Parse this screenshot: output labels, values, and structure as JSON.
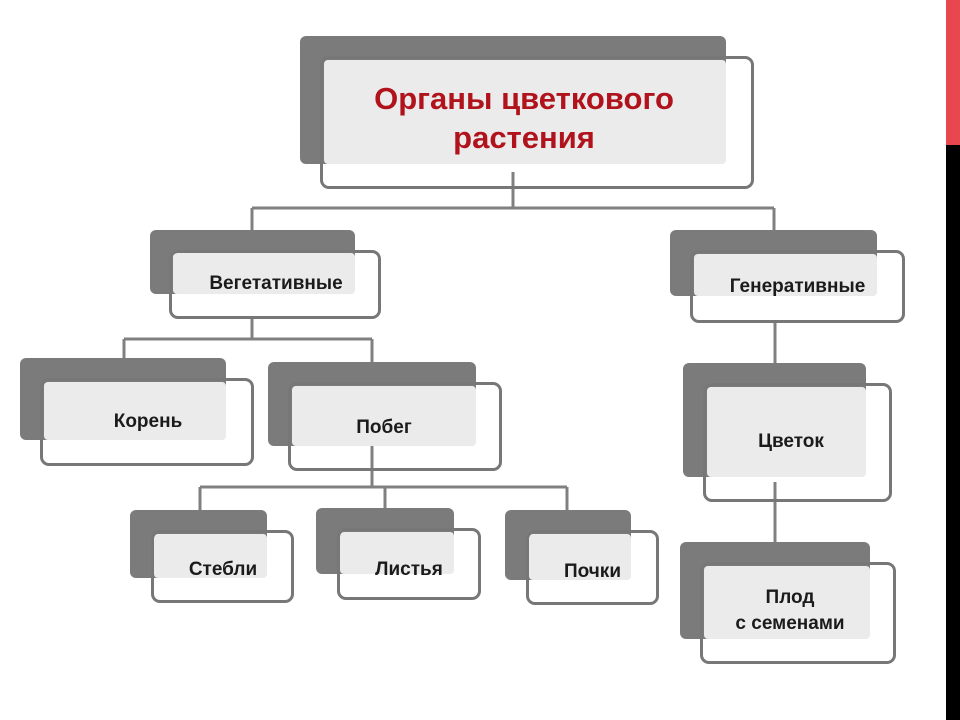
{
  "diagram": {
    "root": {
      "label": "Органы цветкового\nрастения"
    },
    "vegetative": {
      "label": "Вегетативные"
    },
    "generative": {
      "label": "Генеративные"
    },
    "root_organ": {
      "label": "Корень"
    },
    "shoot": {
      "label": "Побег"
    },
    "stems": {
      "label": "Стебли"
    },
    "leaves": {
      "label": "Листья"
    },
    "buds": {
      "label": "Почки"
    },
    "flower": {
      "label": "Цветок"
    },
    "fruit": {
      "label": "Плод\nс семенами"
    }
  },
  "colors": {
    "title_text": "#b0131c",
    "node_text": "#1b1b1b",
    "shadow_block": "#7b7b7b",
    "inner_fill": "#ebebeb",
    "card_border": "#777777",
    "connector": "#808080",
    "accent_red": "#e8474f",
    "accent_black": "#000000"
  }
}
